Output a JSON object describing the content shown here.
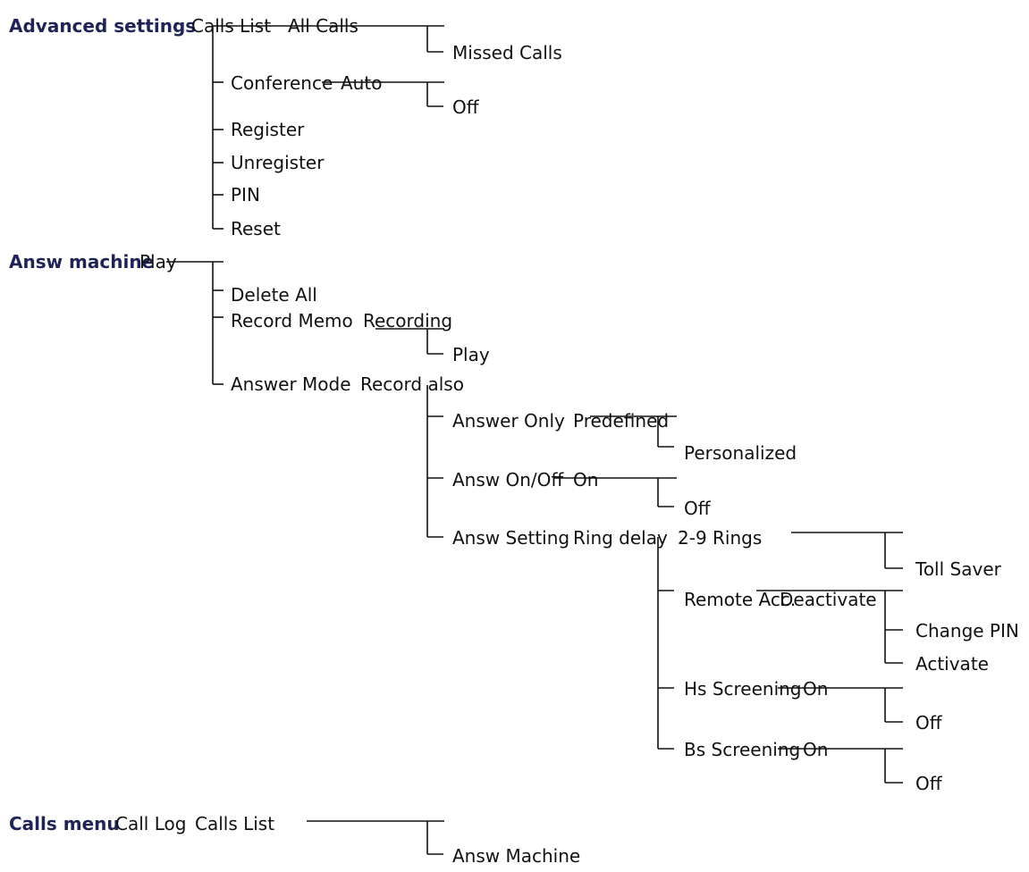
{
  "sections": {
    "advanced": {
      "heading": "Advanced settings",
      "calls_list": "Calls List",
      "all_calls": "All Calls",
      "missed_calls": "Missed Calls",
      "conference": "Conference",
      "conf_auto": "Auto",
      "conf_off": "Off",
      "register": "Register",
      "unregister": "Unregister",
      "pin": "PIN",
      "reset": "Reset"
    },
    "answ_machine": {
      "heading": "Answ machine",
      "play": "Play",
      "delete_all": "Delete All",
      "record_memo": "Record Memo",
      "recording": "Recording",
      "memo_play": "Play",
      "answer_mode": "Answer Mode",
      "record_also": "Record also",
      "answer_only": "Answer Only",
      "predefined": "Predefined",
      "personalized": "Personalized",
      "answ_onoff": "Answ On/Off",
      "onoff_on": "On",
      "onoff_off": "Off",
      "answ_setting": "Answ Setting",
      "ring_delay": "Ring delay",
      "rings": "2-9 Rings",
      "toll_saver": "Toll Saver",
      "remote_acc": "Remote Acc.",
      "deactivate": "Deactivate",
      "change_pin": "Change PIN",
      "activate": "Activate",
      "hs_screening": "Hs Screening",
      "hs_on": "On",
      "hs_off": "Off",
      "bs_screening": "Bs Screening",
      "bs_on": "On",
      "bs_off": "Off"
    },
    "calls_menu": {
      "heading": "Calls menu",
      "call_log": "Call Log",
      "calls_list": "Calls List",
      "answ_machine": "Answ Machine"
    }
  }
}
